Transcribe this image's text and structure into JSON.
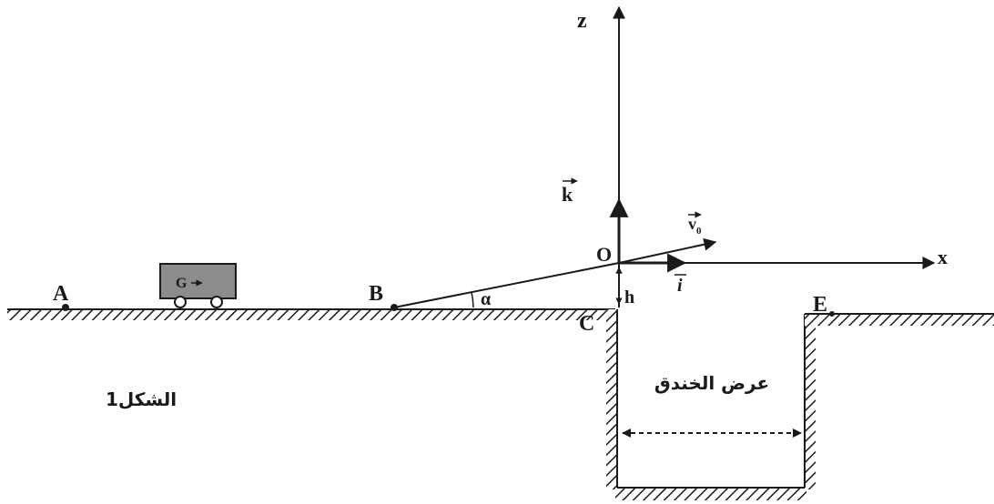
{
  "labels": {
    "z_axis": "z",
    "x_axis": "x",
    "origin": "O",
    "unit_k": "k",
    "unit_i": "i",
    "velocity": "v",
    "velocity_sub": "0",
    "height": "h",
    "angle": "α",
    "point_a": "A",
    "point_b": "B",
    "point_c": "C",
    "point_e": "E",
    "cart_mark": "G",
    "trench_width": "عرض الخندق",
    "figure_title": "الشكل1"
  },
  "colors": {
    "ink": "#1a1a1a",
    "cart_fill": "#8c8c8c"
  }
}
